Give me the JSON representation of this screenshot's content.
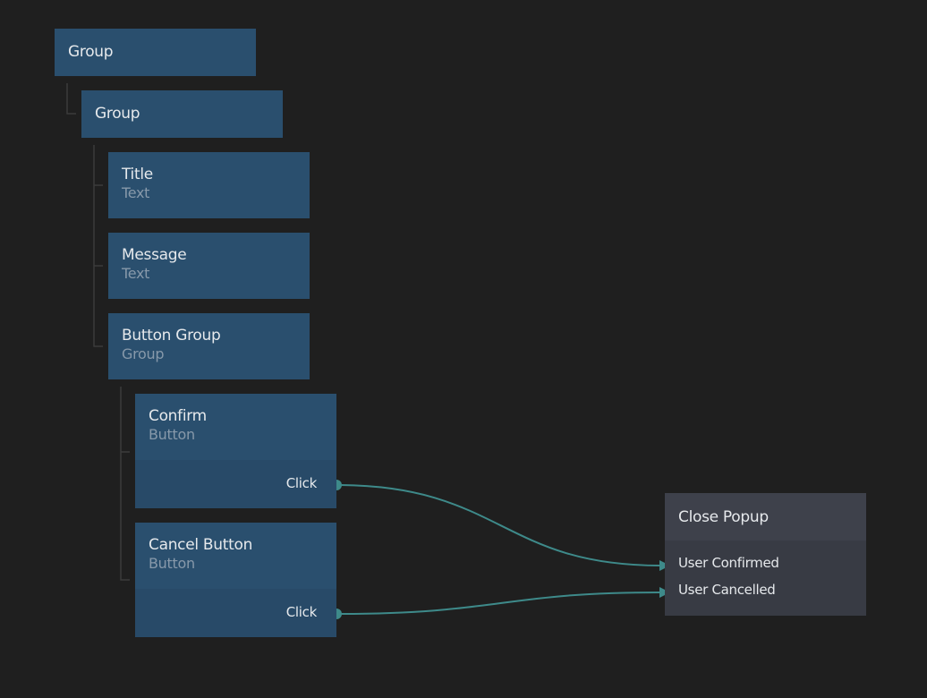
{
  "nodes": {
    "group_outer": {
      "title": "Group"
    },
    "group_inner": {
      "title": "Group"
    },
    "title_node": {
      "title": "Title",
      "type": "Text"
    },
    "message_node": {
      "title": "Message",
      "type": "Text"
    },
    "button_group": {
      "title": "Button Group",
      "type": "Group"
    },
    "confirm": {
      "title": "Confirm",
      "type": "Button",
      "output": "Click"
    },
    "cancel": {
      "title": "Cancel Button",
      "type": "Button",
      "output": "Click"
    },
    "close_popup": {
      "title": "Close Popup",
      "inputs": [
        "User Confirmed",
        "User Cancelled"
      ]
    }
  },
  "colors": {
    "background": "#1f1f1f",
    "visual_node": "#2a4f6e",
    "logic_node": "#383b44",
    "connection": "#3e8a8a"
  }
}
